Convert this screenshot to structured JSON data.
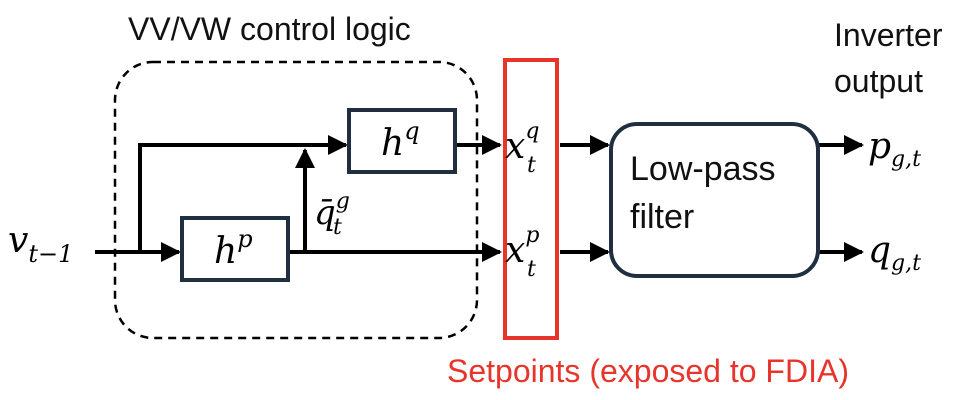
{
  "diagram": {
    "group_label": "VV/VW control logic",
    "output_label": [
      "Inverter",
      "output"
    ],
    "setpoints_caption": "Setpoints (exposed to FDIA)",
    "lowpass_label": [
      "Low-pass",
      "filter"
    ],
    "input_var": {
      "base": "v",
      "sub": "t−1"
    },
    "hp": {
      "base": "h",
      "sup": "p"
    },
    "hq": {
      "base": "h",
      "sup": "q"
    },
    "qbar": {
      "base": "q̄",
      "sup": "g",
      "sub": "t"
    },
    "xq": {
      "base": "x",
      "sup": "q",
      "sub": "t"
    },
    "xp": {
      "base": "x",
      "sup": "p",
      "sub": "t"
    },
    "out_p": {
      "base": "p",
      "sub": "g,t"
    },
    "out_q": {
      "base": "q",
      "sub": "g,t"
    }
  },
  "colors": {
    "block_border": "#1f2f3f",
    "setpoint_box": "#e8352c",
    "line": "#000000"
  }
}
